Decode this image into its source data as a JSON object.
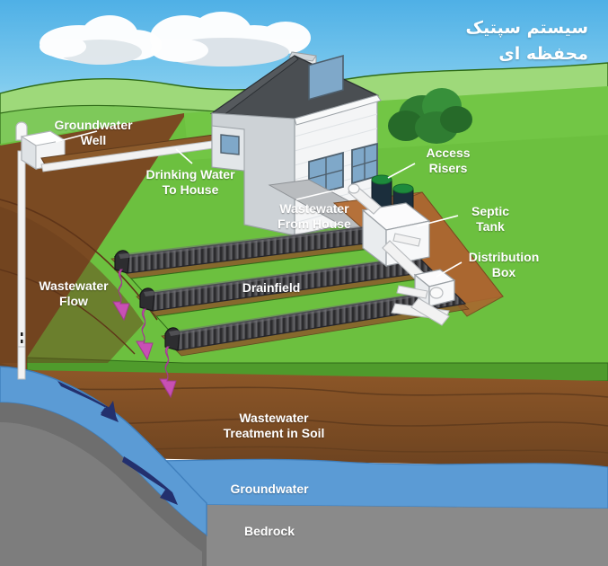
{
  "title": {
    "text_fa": "سیستم سپتیک\nمحفظه ای",
    "color": "#ffffff"
  },
  "labels": {
    "groundwater_well": "Groundwater\nWell",
    "drinking_water": "Drinking Water\nTo House",
    "wastewater_from_house": "Wastewater\nFrom House",
    "access_risers": "Access\nRisers",
    "septic_tank": "Septic\nTank",
    "distribution_box": "Distribution\nBox",
    "wastewater_flow": "Wastewater\nFlow",
    "drainfield": "Drainfield",
    "treatment_in_soil": "Wastewater\nTreatment in Soil",
    "groundwater_layer": "Groundwater",
    "bedrock_layer": "Bedrock"
  },
  "colors": {
    "sky_top": "#57b5e7",
    "sky_bottom": "#bfe4f5",
    "cloud": "#ffffff",
    "cloud_shadow": "#dfe4e9",
    "hill_far": "#9ed97a",
    "hill_mid": "#7ec95a",
    "grass": "#6cc03f",
    "grass_dark": "#4f9b2c",
    "grass_edge": "#2f6b18",
    "soil_light": "#a9672f",
    "soil_mid": "#8b5a2b",
    "soil_dark": "#6d4320",
    "trench": "#b5713a",
    "groundwater": "#5b9bd5",
    "groundwater_dark": "#3f7fbd",
    "bedrock": "#8a8a8a",
    "bedrock_dark": "#646464",
    "house_wall": "#f4f5f6",
    "house_shade": "#cdd2d6",
    "roof": "#4a4e52",
    "roof_dark": "#3a3e42",
    "window": "#7fa8c9",
    "tree": "#2f7d32",
    "tree_dark": "#1f5f24",
    "pipe_white": "#f2f2f2",
    "pipe_brown": "#8b5a2b",
    "chamber": "#4a4a4d",
    "chamber_dark": "#2d2d30",
    "riser_body": "#1b2e3c",
    "riser_top": "#1d8a3c",
    "flow_arrow": "#c850b4",
    "water_arrow": "#23306e",
    "label_text": "#ffffff"
  },
  "elements": {
    "clouds": 2,
    "drainfield_rows": 3,
    "access_risers": 2,
    "flow_arrows": 3,
    "groundwater_arrows": 2,
    "soil_layers": [
      "Wastewater Treatment in Soil",
      "Groundwater",
      "Bedrock"
    ]
  }
}
